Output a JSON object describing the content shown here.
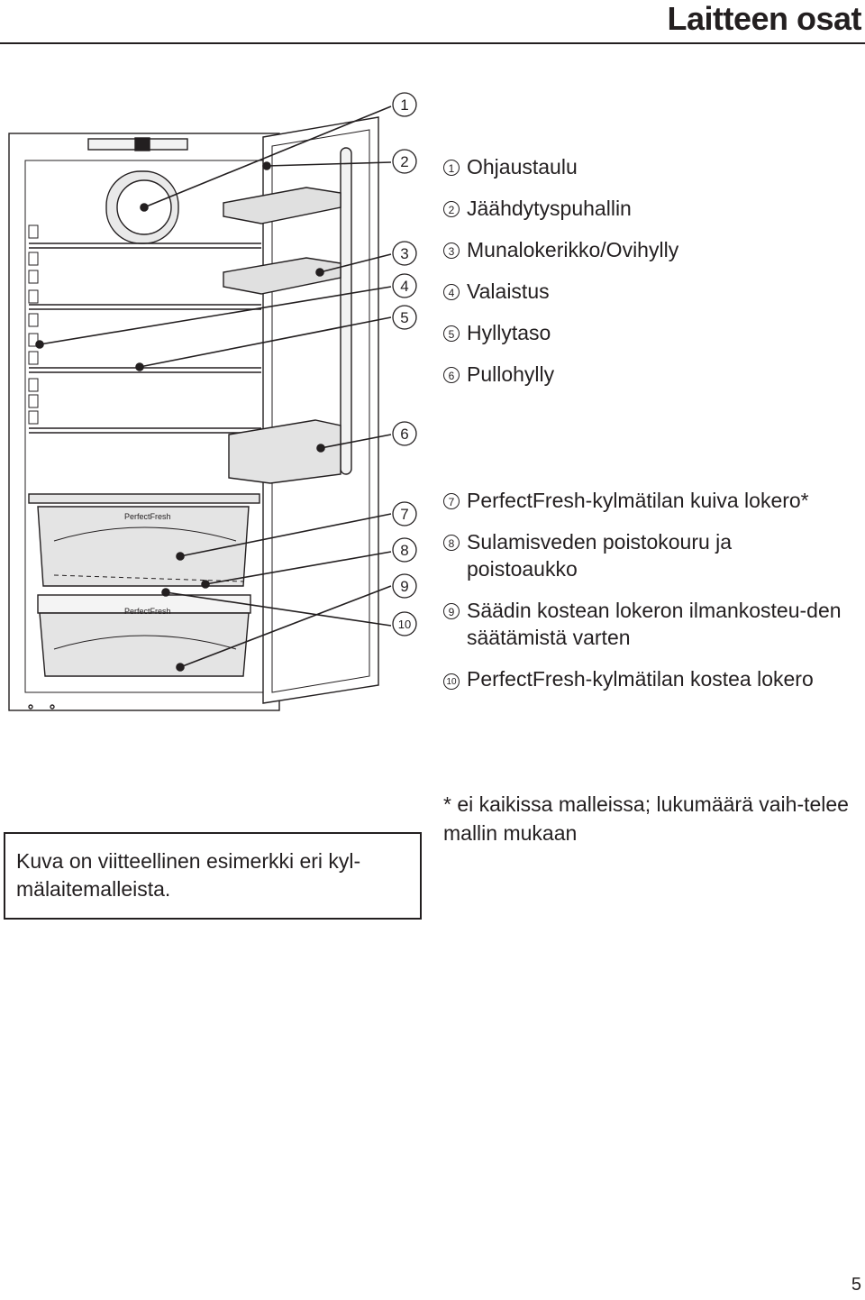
{
  "header": {
    "title": "Laitteen osat"
  },
  "figure": {
    "callouts": [
      "1",
      "2",
      "3",
      "4",
      "5",
      "6",
      "7",
      "8",
      "9",
      "10"
    ],
    "drawer_label_top": "PerfectFresh",
    "drawer_label_bottom": "PerfectFresh"
  },
  "legend": [
    {
      "num": "1",
      "text": "Ohjaustaulu"
    },
    {
      "num": "2",
      "text": "Jäähdytyspuhallin"
    },
    {
      "num": "3",
      "text": "Munalokerikko/Ovihylly"
    },
    {
      "num": "4",
      "text": "Valaistus"
    },
    {
      "num": "5",
      "text": "Hyllytaso"
    },
    {
      "num": "6",
      "text": "Pullohylly"
    },
    {
      "num": "7",
      "text": "PerfectFresh-kylmätilan kuiva lokero*"
    },
    {
      "num": "8",
      "text": "Sulamisveden poistokouru ja poistoaukko"
    },
    {
      "num": "9",
      "text": "Säädin kostean lokeron ilmankosteu-den säätämistä varten"
    },
    {
      "num": "10",
      "text": "PerfectFresh-kylmätilan kostea lokero"
    }
  ],
  "caption": "Kuva on viitteellinen esimerkki eri kyl-mälaitemalleista.",
  "footnote": "* ei kaikissa malleissa; lukumäärä vaih-telee mallin mukaan",
  "page_number": "5"
}
